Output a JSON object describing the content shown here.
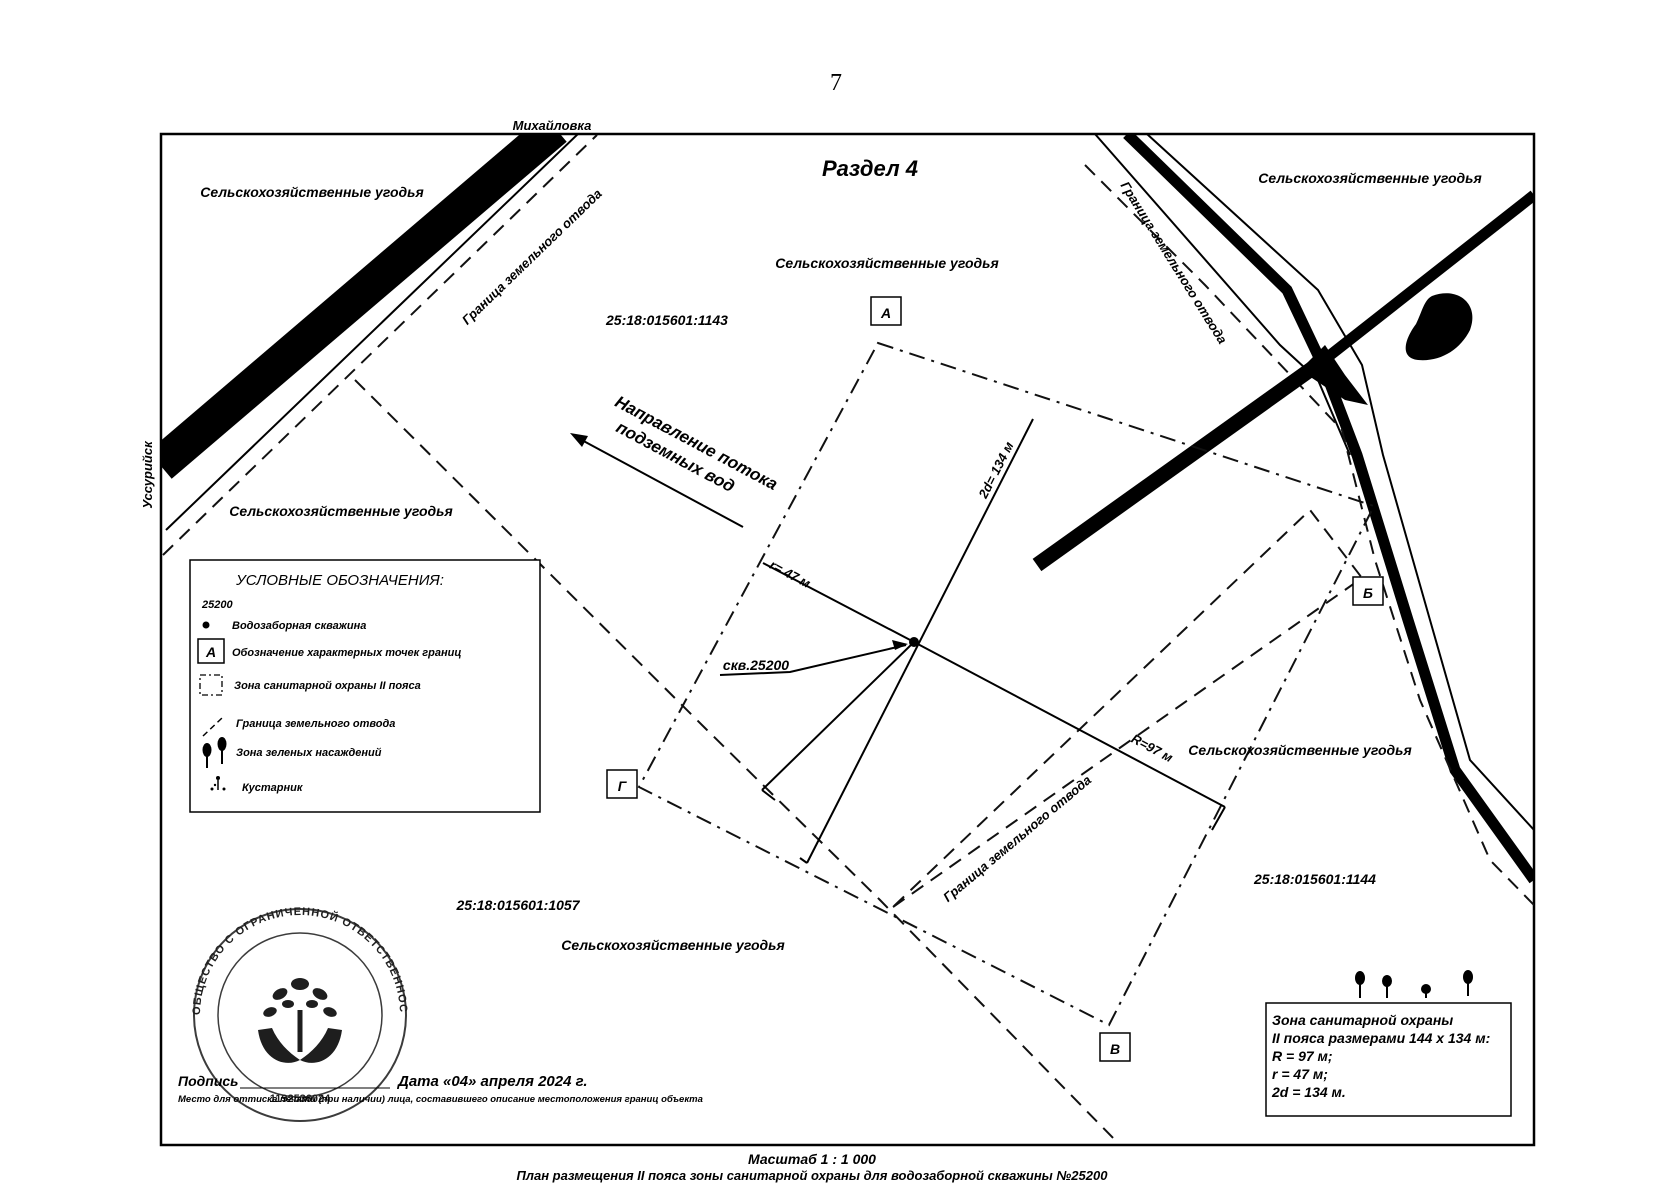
{
  "page_number": "7",
  "section_title": "Раздел 4",
  "places": {
    "mikhailovka": "Михайловка",
    "ussuriysk": "Уссурийск"
  },
  "land_labels": {
    "agri": "Сельскохозяйственные угодья",
    "allotment_boundary": "Граница земельного отвода"
  },
  "parcels": {
    "p1143": "25:18:015601:1143",
    "p1057": "25:18:015601:1057",
    "p1144": "25:18:015601:1144"
  },
  "flow_direction": {
    "line1": "Направление потока",
    "line2": "подземных вод"
  },
  "points": {
    "a": "А",
    "b": "Б",
    "v": "В",
    "g": "Г"
  },
  "dimensions": {
    "r_small": "r= 47 м",
    "r_big": "R=97 м",
    "two_d": "2d= 134 м"
  },
  "well_label": "скв.25200",
  "legend": {
    "title": "УСЛОВНЫЕ ОБОЗНАЧЕНИЯ:",
    "code": "25200",
    "items": {
      "well": "Водозаборная скважина",
      "point_marker": "А",
      "point": "Обозначение характерных точек границ",
      "zone": "Зона санитарной охраны II пояса",
      "allotment": "Граница земельного отвода",
      "green": "Зона зеленых насаждений",
      "shrub": "Кустарник"
    }
  },
  "zone_info": {
    "line1": "Зона санитарной охраны",
    "line2": "II пояса размерами 144 х 134 м:",
    "line3": "R = 97 м;",
    "line4": "r = 47 м;",
    "line5": "2d = 134 м."
  },
  "signature": {
    "signed_label": "Подпись",
    "date": "Дата «04» апреля 2024 г.",
    "seal_note_part1": "Место для оттиска печати (при наличии) лица, составившего описание местоположения границ объекта"
  },
  "stamp": {
    "ring_text": "ОБЩЕСТВО С ОГРАНИЧЕННОЙ ОТВЕТСТВЕННОСТЬЮ «ЦЕНТР ЭКОЛОГИЧЕСКИХ УСЛУГ»",
    "number": "1192536024"
  },
  "scale": "Масштаб 1 : 1 000",
  "caption": "План размещения II пояса зоны санитарной охраны для водозаборной скважины №25200",
  "colors": {
    "ink": "#000000",
    "paper": "#ffffff"
  }
}
